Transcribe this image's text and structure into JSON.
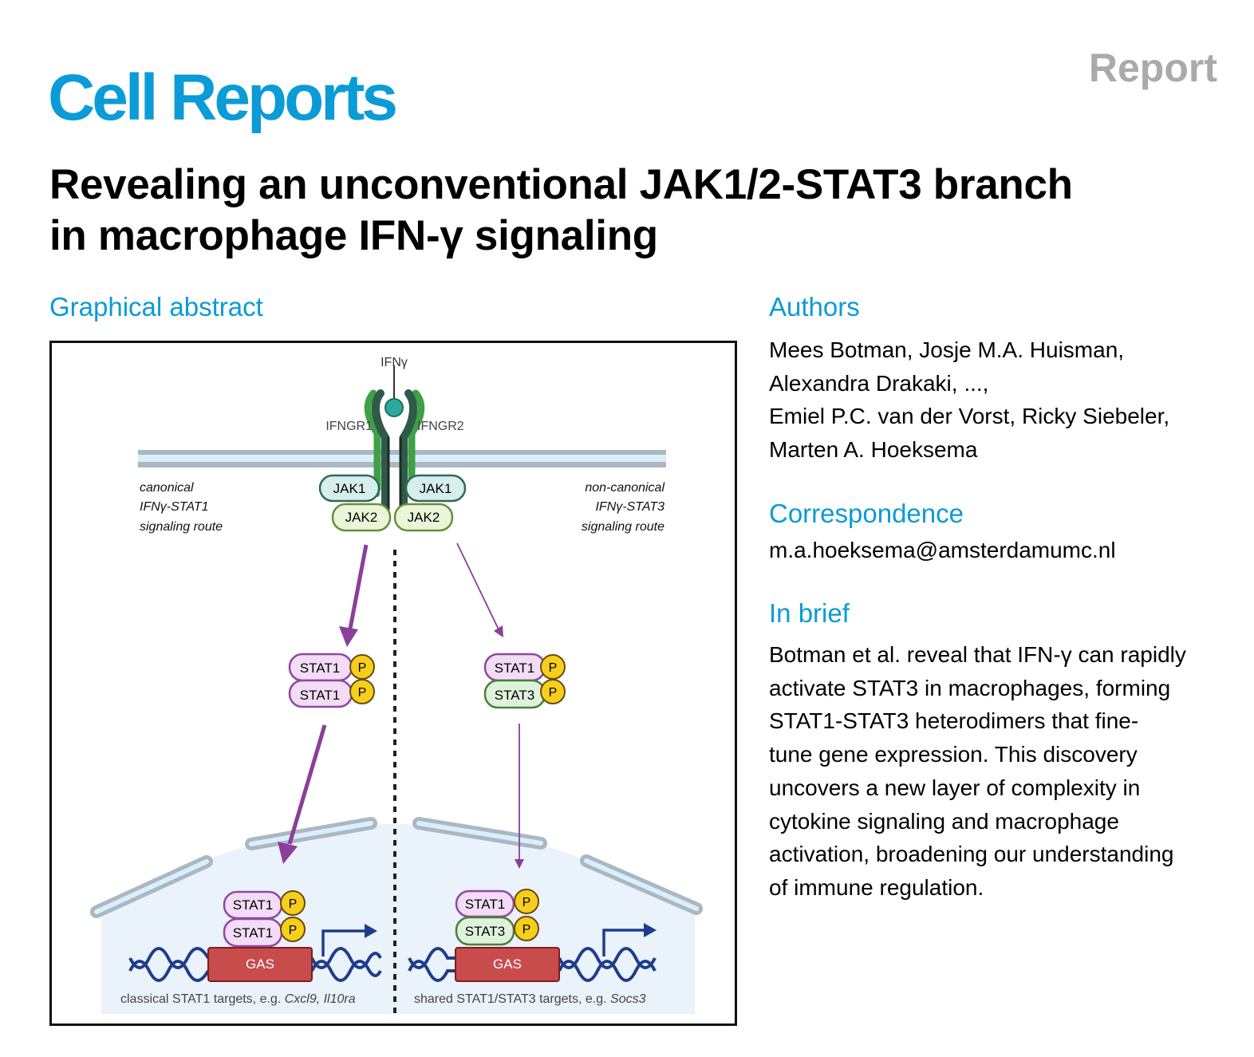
{
  "header": {
    "journal": "Cell Reports",
    "article_type": "Report",
    "title_lines": [
      "Revealing an unconventional JAK1/2-STAT3 branch",
      "in macrophage IFN-γ signaling"
    ]
  },
  "graphical_abstract": {
    "heading": "Graphical abstract",
    "ligand": "IFNγ",
    "receptor_left": "IFNGR1",
    "receptor_right": "IFNGR2",
    "kinases": {
      "jak1_left": "JAK1",
      "jak1_right": "JAK1",
      "jak2_left": "JAK2",
      "jak2_right": "JAK2"
    },
    "left_route": [
      "canonical",
      "IFNγ-STAT1",
      "signaling route"
    ],
    "right_route": [
      "non-canonical",
      "IFNγ-STAT3",
      "signaling route"
    ],
    "phospho_label": "P",
    "left_dimer": [
      "STAT1",
      "STAT1"
    ],
    "right_dimer": [
      "STAT1",
      "STAT3"
    ],
    "gas_label": "GAS",
    "left_targets_prefix": "classical STAT1 targets, e.g. ",
    "left_targets_genes": "Cxcl9, Il10ra",
    "right_targets_prefix": "shared STAT1/STAT3 targets, e.g. ",
    "right_targets_genes": "Socs3",
    "colors": {
      "stat1_fill": "#f3dcf5",
      "stat1_stroke": "#8e4a9e",
      "stat3_fill": "#dff3dc",
      "stat3_stroke": "#4b7f3a",
      "phospho_fill": "#f6cf1c",
      "arrow": "#8a3f99",
      "gas": "#c84c4c",
      "dna": "#1f3c8c"
    }
  },
  "authors": {
    "heading": "Authors",
    "lines": [
      "Mees Botman, Josje M.A. Huisman,",
      "Alexandra Drakaki, ...,",
      "Emiel P.C. van der Vorst, Ricky Siebeler,",
      "Marten A. Hoeksema"
    ]
  },
  "correspondence": {
    "heading": "Correspondence",
    "email": "m.a.hoeksema@amsterdamumc.nl"
  },
  "in_brief": {
    "heading": "In brief",
    "lines": [
      "Botman et al. reveal that IFN-γ can rapidly",
      "activate STAT3 in macrophages, forming",
      "STAT1-STAT3 heterodimers that fine-",
      "tune gene expression. This discovery",
      "uncovers a new layer of complexity in",
      "cytokine signaling and macrophage",
      "activation, broadening our understanding",
      "of immune regulation."
    ]
  }
}
